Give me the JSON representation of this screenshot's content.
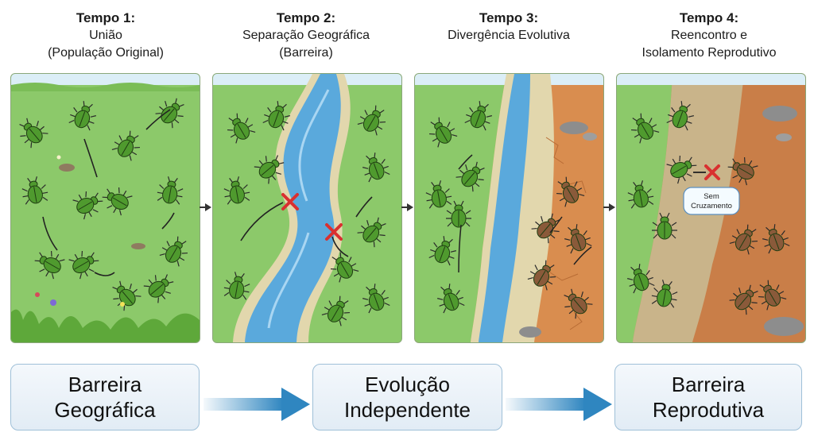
{
  "stages": [
    {
      "title": "Tempo 1:",
      "subtitle_line1": "União",
      "subtitle_line2": "(População Original)"
    },
    {
      "title": "Tempo 2:",
      "subtitle_line1": "Separação Geográfica",
      "subtitle_line2": "(Barreira)"
    },
    {
      "title": "Tempo 3:",
      "subtitle_line1": "Divergência Evolutiva",
      "subtitle_line2": ""
    },
    {
      "title": "Tempo 4:",
      "subtitle_line1": "Reencontro e",
      "subtitle_line2": "Isolamento Reprodutivo"
    }
  ],
  "panel4": {
    "callout_line1": "Sem",
    "callout_line2": "Cruzamento"
  },
  "summary": [
    {
      "label": "Barreira\nGeográfica"
    },
    {
      "label": "Evolução\nIndependente"
    },
    {
      "label": "Barreira\nReprodutiva"
    }
  ],
  "colors": {
    "grass": "#8cc96a",
    "river": "#5aa9dc",
    "dry_soil": "#d98d4f",
    "green_beetle": "#4f9a2e",
    "brown_beetle": "#8a5a3a",
    "cross": "#d93030",
    "flow_arrow": "#2f86c0"
  }
}
